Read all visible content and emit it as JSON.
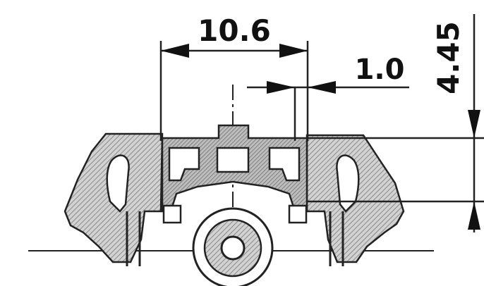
{
  "dimensions": {
    "width_label": "10.6",
    "gap_label": "1.0",
    "height_label": "4.45"
  },
  "colors": {
    "ink": "#1a1a1a",
    "hatch": "#7a7a7a",
    "hatch_fill": "#c9c9c9",
    "background": "#ffffff"
  }
}
